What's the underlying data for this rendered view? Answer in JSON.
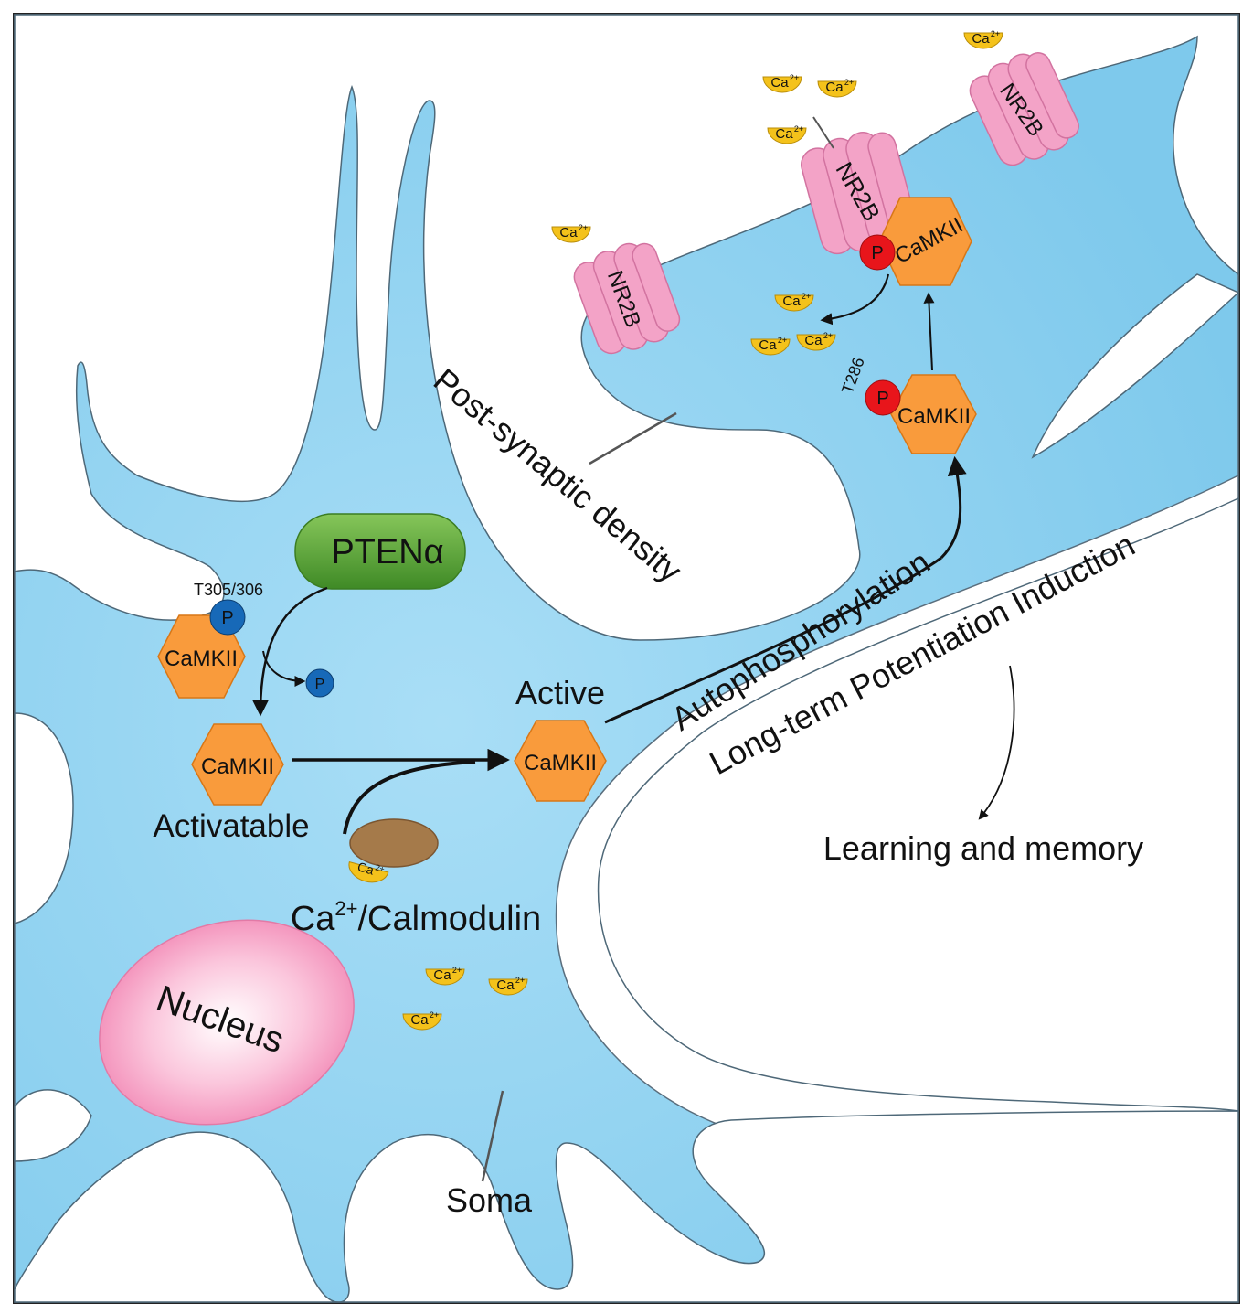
{
  "colors": {
    "cytoplasm": "#84cdee",
    "cytoplasm_light": "#a8dcf4",
    "kinase": "#f99b3c",
    "phosphate_blue": "#1769b8",
    "phosphate_red": "#e8151b",
    "receptor": "#f3a3c7",
    "pten": "#5fa43a",
    "calmodulin": "#a57a4a",
    "calcium": "#f4c21b",
    "nucleus": "#f59fc2"
  },
  "labels": {
    "pten": "PTENα",
    "t305": "T305/306",
    "t286": "T286",
    "p": "P",
    "camkii": "CaMKII",
    "activatable": "Activatable",
    "active": "Active",
    "calmodulin_prefix": "Ca",
    "calmodulin_sup": "2+",
    "calmodulin_suffix": "/Calmodulin",
    "ca": "Ca",
    "ca_sup": "2+",
    "nucleus": "Nucleus",
    "soma": "Soma",
    "psd": "Post-synaptic density",
    "autophos": "Autophosphorylation",
    "ltp": "Long-term Potentiation Induction",
    "learning": "Learning and memory",
    "nr2b": "NR2B"
  }
}
